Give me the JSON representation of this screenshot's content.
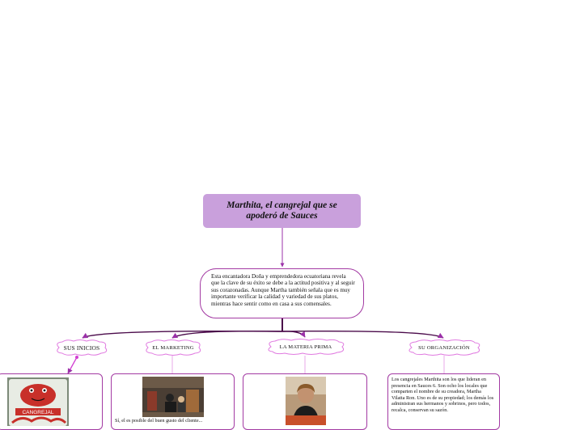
{
  "title": "Marthita, el cangrejal que se apoderó de Sauces",
  "description": "Esta encantadora Doña y emprendedora ecuatoriana revela que la clave de su éxito se debe a la actitud positiva y al seguir sus corazonadas. Aunque Martha también señala que es muy importante verificar la calidad y variedad de sus platos, mientras hace sentir como en casa a sus comensales.",
  "branches": [
    {
      "label": "SUS INICIOS"
    },
    {
      "label": "EL MARKETING"
    },
    {
      "label": "LA MATERIA PRIMA"
    },
    {
      "label": "SU ORGANIZACIÓN"
    }
  ],
  "panels": {
    "inicios": {
      "sign_text": "CANGREJAL"
    },
    "marketing": {
      "caption_fragment": "Sí, el es posible del buen gusto del cliente..."
    },
    "organizacion": {
      "text": "Los cangrejales Marthita son los que lideran en presencia en Sauces 6. Son ocho los locales que comparten el nombre de su creadora, Martha Vilatta Ron. Uno es de su propiedad; los demás los administran sus hermanos y sobrinos, pero todos, recalca, conservan su sazón."
    }
  },
  "colors": {
    "accent": "#a33aa3",
    "title_fill": "#c9a0dc",
    "connector": "#9b30a8"
  }
}
